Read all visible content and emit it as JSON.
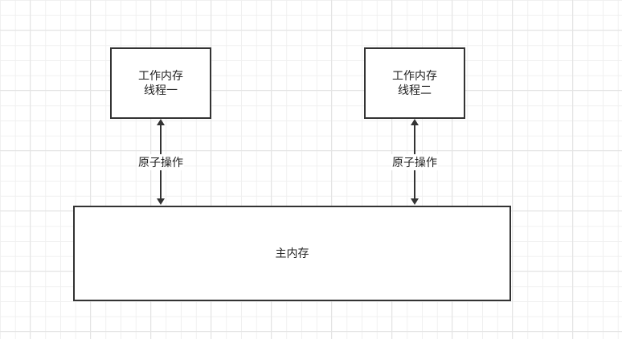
{
  "thread_one": {
    "line1": "工作内存",
    "line2": "线程一"
  },
  "thread_two": {
    "line1": "工作内存",
    "line2": "线程二"
  },
  "main_memory": "主内存",
  "edges": [
    {
      "label": "原子操作"
    },
    {
      "label": "原子操作"
    }
  ],
  "colors": {
    "stroke": "#333333"
  }
}
